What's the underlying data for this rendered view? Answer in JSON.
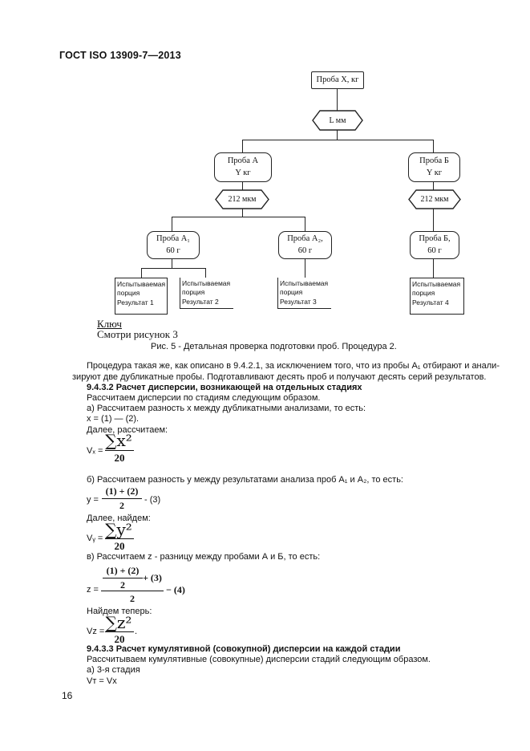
{
  "header": "ГОСТ ISO 13909-7—2013",
  "diagram": {
    "root": "Проба X, кг",
    "sieve_top": "L мм",
    "sample_a": [
      "Проба А",
      "Y кг"
    ],
    "sample_b": [
      "Проба Б",
      "Y кг"
    ],
    "sieve_a": "212 мкм",
    "sieve_b": "212 мкм",
    "a1": [
      "Проба А₁",
      "60 г"
    ],
    "a2": [
      "Проба А₂,",
      "60 г"
    ],
    "b1": [
      "Проба Б,",
      "60 г"
    ],
    "results": [
      [
        "Испытываемая",
        "порция",
        "Результат 1"
      ],
      [
        "Испытываемая",
        "порция",
        "Результат 2"
      ],
      [
        "Испытываемая",
        "порция",
        "Результат 3"
      ],
      [
        "Испытываемая",
        "порция",
        "Результат 4"
      ]
    ]
  },
  "key": {
    "title": "Ключ",
    "text": "Смотри рисунок 3"
  },
  "caption": "Рис. 5 - Детальная проверка подготовки проб. Процедура 2.",
  "body": {
    "p1_line1": "Процедура такая же, как описано в 9.4.2.1, за исключением того, что из пробы A₁ отбирают и анали-",
    "p1_line2": "зируют две  дубликатные пробы. Подготавливают десять проб и получают десять серий результатов.",
    "h1": "9.4.3.2 Расчет дисперсии, возникающей на отдельных стадиях",
    "l1": "Рассчитаем дисперсии по стадиям следующим образом.",
    "l2": "а) Рассчитаем разность  x  между дубликатными анализами, то есть:",
    "l3": "x =  (1) — (2).",
    "l4": "Далее, рассчитаем:",
    "vx_lhs": "Vₓ =",
    "vx_num": "∑x²",
    "vx_den": "20",
    "l5": "б) Рассчитаем разность  y между результатами анализа проб  A₁ и A₂, то есть:",
    "y_lhs": "y =",
    "y_num": "(1) + (2)",
    "y_den": "2",
    "y_tail": "- (3)",
    "l6": "Далее, найдем:",
    "vy_lhs": "Vᵧ =",
    "vy_num": "∑y²",
    "vy_den": "20",
    "l7": "в) Рассчитаем z - разницу между пробами А и Б, то есть:",
    "z_lhs": "z =",
    "z_inner_num": "(1) + (2)",
    "z_inner_den": "2",
    "z_plus3": "+ (3)",
    "z_den": "2",
    "z_tail": "− (4)",
    "l8": "Найдем теперь:",
    "vz_lhs": "Vz =",
    "vz_num": "∑z²",
    "vz_den": "20",
    "vz_dot": ".",
    "h2": "9.4.3.3 Расчет кумулятивной (совокупной) дисперсии на каждой стадии",
    "l9": "Рассчитываем кумулятивные (совокупные) дисперсии стадий следующим образом.",
    "l10": "а) 3-я стадия",
    "l11": "Vт = Vх"
  },
  "page_number": "16"
}
